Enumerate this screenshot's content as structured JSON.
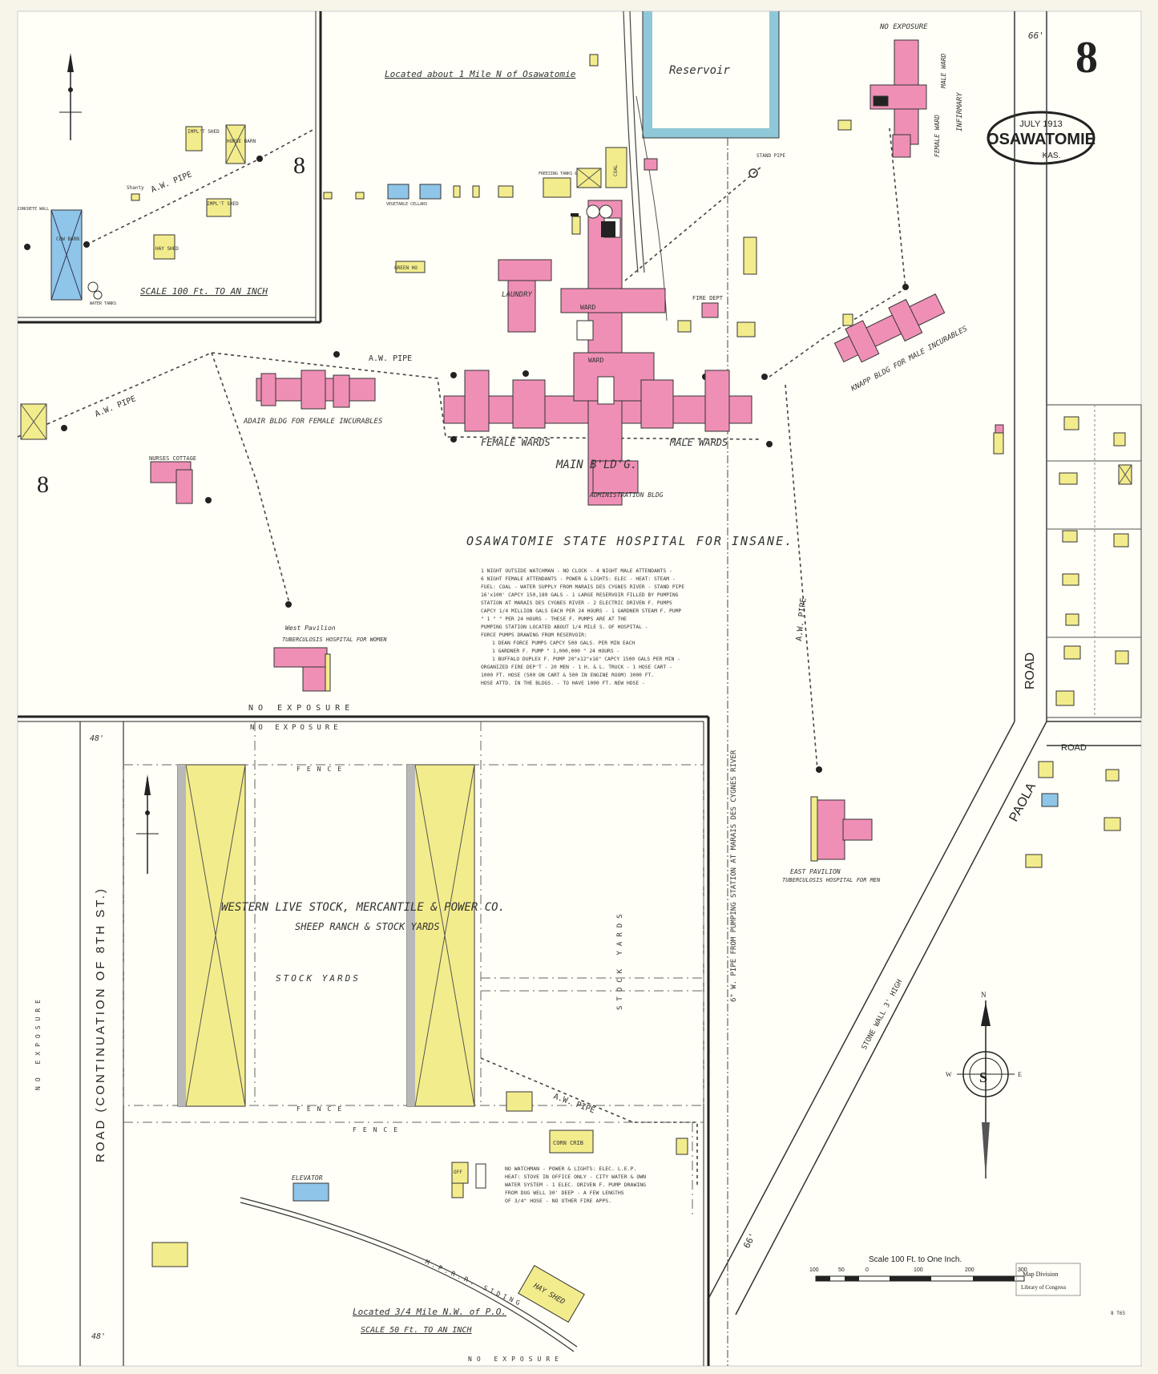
{
  "sheet": {
    "number": "8",
    "date": "JULY 1913",
    "city": "OSAWATOMIE",
    "state": "KAS.",
    "stamp_line1": "Map Division",
    "stamp_line2": "Library of Congress",
    "bottom_right_code": "8 T65"
  },
  "inset_top": {
    "location_note": "Located about 1 Mile N of Osawatomie",
    "scale": "SCALE 100 Ft. TO AN INCH",
    "key_number": "8",
    "pipe_label": "A.W. PIPE",
    "labels": [
      "IMPL'T SHED",
      "HORSE BARN",
      "IMPL'T SHED",
      "HAY SHED",
      "COW BARN",
      "Shanty",
      "CONCRETE WALL",
      "WATER TANKS"
    ]
  },
  "hospital": {
    "title": "OSAWATOMIE STATE HOSPITAL FOR INSANE.",
    "main_label": "MAIN B'LD'G.",
    "female_wards": "FEMALE WARDS",
    "male_wards": "MALE WARDS",
    "administration": "ADMINISTRATION BLDG",
    "laundry": "LAUNDRY",
    "ward": "WARD",
    "reservoir": "Reservoir",
    "adair": "ADAIR BLDG FOR FEMALE INCURABLES",
    "knapp": "KNAPP BLDG FOR MALE INCURABLES",
    "infirmary": "INFIRMARY",
    "male_ward": "MALE WARD",
    "female_ward": "FEMALE WARD",
    "nurses_cottage": "NURSES COTTAGE",
    "west_pavilion_1": "West Pavilion",
    "west_pavilion_2": "TUBERCULOSIS HOSPITAL FOR WOMEN",
    "east_pavilion_1": "EAST PAVILION",
    "east_pavilion_2": "TUBERCULOSIS HOSPITAL FOR MEN",
    "fire_dept": "FIRE DEPT",
    "green_ho": "GREEN HO",
    "vegetable_cellars": "VEGETABLE CELLARS",
    "freezing_tanks": "FREEZING TANKS & COLD STGE",
    "coal": "COAL",
    "pipe_aw": "A.W. PIPE",
    "no_exposure": "NO EXPOSURE",
    "stand_pipe": "STAND PIPE",
    "pipe_note": "6\" W. PIPE FROM PUMPING STATION AT MARAIS DES CYGNES RIVER",
    "key_number": "8",
    "notes": [
      "1 NIGHT OUTSIDE WATCHMAN - NO CLOCK - 4 NIGHT MALE ATTENDANTS -",
      "6 NIGHT FEMALE ATTENDANTS - POWER & LIGHTS: ELEC - HEAT: STEAM -",
      "FUEL: COAL - WATER SUPPLY FROM MARAIS DES CYGNES RIVER - STAND PIPE",
      "16'x100' CAPCY 150,189 GALS - 1 LARGE RESERVOIR FILLED BY PUMPING",
      "STATION AT MARAIS DES CYGNES RIVER - 2 ELECTRIC DRIVEN F. PUMPS",
      "CAPCY 1/4 MILLION GALS EACH PER 24 HOURS - 1 GARDNER STEAM F. PUMP",
      "\" 1 \" \" PER 24 HOURS - THESE F. PUMPS ARE AT THE",
      "PUMPING STATION LOCATED ABOUT 1/4 MILE S. OF HOSPITAL -",
      "FORCE PUMPS DRAWING FROM RESERVOIR:",
      "1 DEAN FORCE PUMPS CAPCY 500 GALS. PER MIN EACH",
      "1 GARDNER F. PUMP \" 1,000,000 \" 24 HOURS -",
      "1 BUFFALO DUPLEX F. PUMP 20\"x12\"x16\" CAPCY 1500 GALS PER MIN -",
      "ORGANIZED FIRE DEP'T - 20 MEN - 1 H. & L. TRUCK - 1 HOSE CART -",
      "1000 FT. HOSE (500 ON CART & 500 IN ENGINE ROOM) 3000 FT.",
      "HOSE ATTD. IN THE BLDGS. - TO HAVE 1000 FT. NEW HOSE -"
    ]
  },
  "ranch": {
    "title_1": "WESTERN LIVE STOCK, MERCANTILE & POWER CO.",
    "title_2": "SHEEP RANCH & STOCK YARDS",
    "stock_yards": "STOCK YARDS",
    "stock_yards_vert": "STOCK YARDS",
    "road_label": "ROAD (CONTINUATION OF 8TH ST.)",
    "no_exposure": "NO EXPOSURE",
    "fence": "FENCE",
    "elevator": "ELEVATOR",
    "corn_crib": "CORN CRIB",
    "hay_shed": "HAY SHED",
    "siding": "M.P.R.R. SIDING",
    "office": "OFF",
    "location_note": "Located 3/4 Mile N.W. of P.O.",
    "scale": "SCALE 50 Ft. TO AN INCH",
    "notes": [
      "NO WATCHMAN - POWER & LIGHTS: ELEC. L.E.P.",
      "HEAT: STOVE IN OFFICE ONLY - CITY WATER & OWN",
      "WATER SYSTEM - 1 ELEC. DRIVEN F. PUMP DRAWING",
      "FROM DUG WELL 30' DEEP - A FEW LENGTHS",
      "OF 3/4\" HOSE - NO OTHER FIRE APPS."
    ]
  },
  "roads": {
    "paola_road": "PAOLA",
    "paola_road_2": "ROAD",
    "road_right": "ROAD",
    "road_bottom": "ROAD",
    "width_66": "66'",
    "width_48": "48'",
    "stone_wall": "STONE WALL 3' HIGH"
  },
  "scale_bar": {
    "title": "Scale 100 Ft. to One Inch.",
    "ticks": [
      "100",
      "50",
      "0",
      "100",
      "200",
      "300"
    ]
  },
  "compass": {
    "n": "N",
    "s": "S",
    "e": "E",
    "w": "W"
  },
  "colors": {
    "paper": "#f7f4ea",
    "brick": "#ef8fb5",
    "frame": "#f3ec8c",
    "stone": "#8ec5e8",
    "reservoir": "#bfe0ea",
    "ink": "#222222"
  }
}
